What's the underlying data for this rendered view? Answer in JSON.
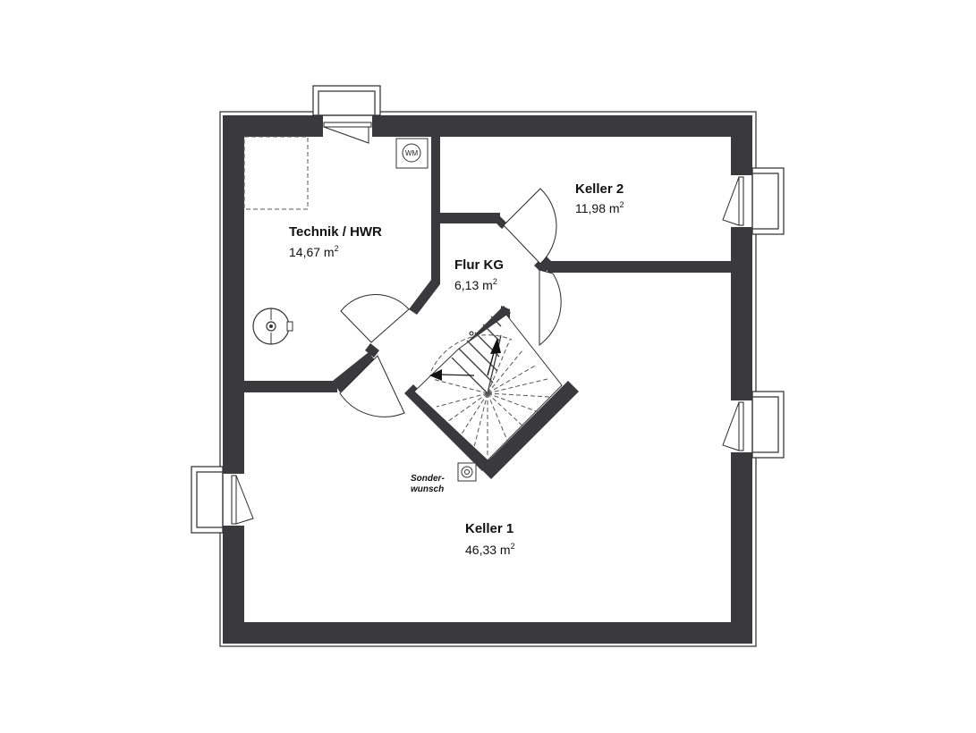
{
  "rooms": {
    "technik": {
      "name": "Technik / HWR",
      "area": "14,67 m",
      "unit_sup": "2"
    },
    "keller2": {
      "name": "Keller 2",
      "area": "11,98 m",
      "unit_sup": "2"
    },
    "flur": {
      "name": "Flur KG",
      "area": "6,13 m",
      "unit_sup": "2"
    },
    "keller1": {
      "name": "Keller 1",
      "area": "46,33 m",
      "unit_sup": "2"
    }
  },
  "fixtures": {
    "washer_label": "WM",
    "sonderwunsch_line1": "Sonder-",
    "sonderwunsch_line2": "wunsch"
  },
  "colors": {
    "wall": "#3a3a3c",
    "background": "#ffffff"
  }
}
